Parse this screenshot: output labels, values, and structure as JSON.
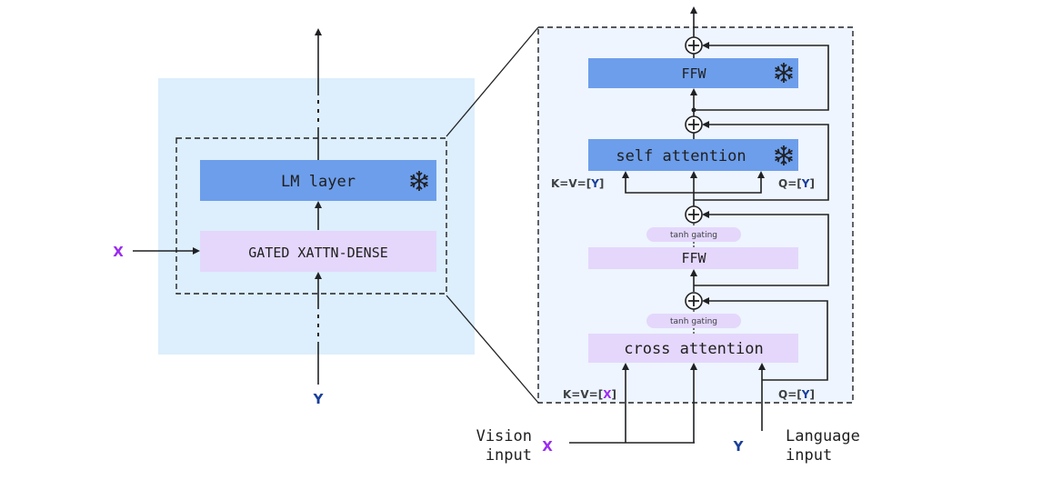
{
  "colors": {
    "frozen_block": "#6d9eeb",
    "trainable_block": "#e4d7fb",
    "left_panel_bg": "#ddeefc",
    "right_panel_bg": "#eef5fe",
    "x_color": "#9b2bf0",
    "y_color": "#1a3f99"
  },
  "left": {
    "x_input": "X",
    "y_input": "Y",
    "lm_layer": "LM layer",
    "gated_block": "GATED XATTN-DENSE",
    "lm_layer_icon": "snowflake-icon"
  },
  "right": {
    "ffw_top": "FFW",
    "self_attention": "self attention",
    "self_kv_prefix": "K=V=[",
    "self_kv_var": "Y",
    "self_q_prefix": "Q=[",
    "self_q_var": "Y",
    "close_bracket": "]",
    "tanh_gating_top": "tanh gating",
    "ffw_gated": "FFW",
    "tanh_gating_bottom": "tanh gating",
    "cross_attention": "cross attention",
    "cross_kv_prefix": "K=V=[",
    "cross_kv_var": "X",
    "cross_q_prefix": "Q=[",
    "cross_q_var": "Y",
    "plus_symbol": "+"
  },
  "inputs": {
    "vision_line1": "Vision",
    "vision_line2": "input",
    "vision_var": "X",
    "language_var": "Y",
    "language_line1": "Language",
    "language_line2": "input"
  }
}
